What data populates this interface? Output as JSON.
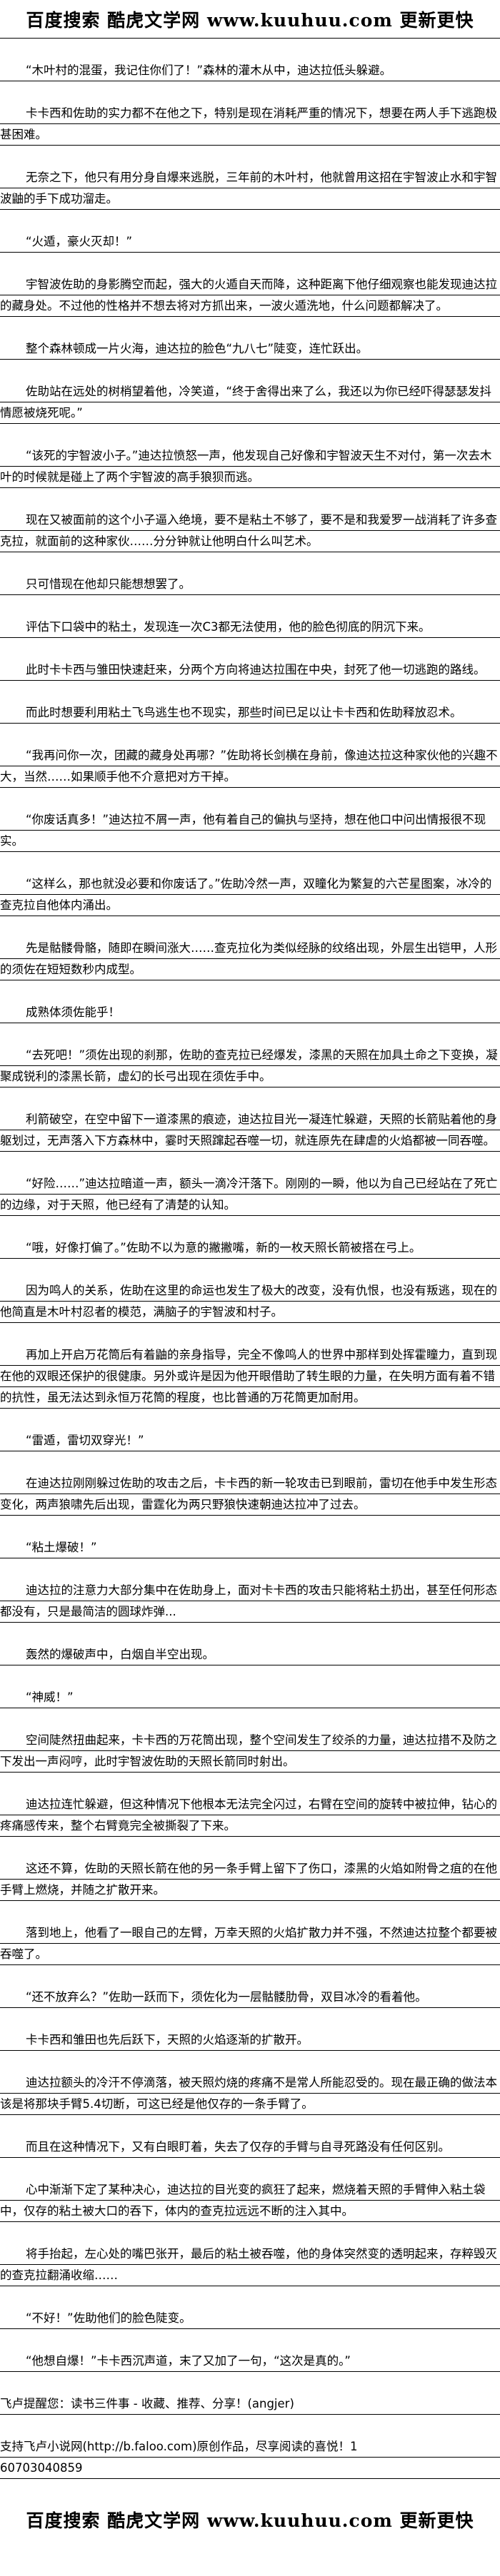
{
  "header": {
    "logo_text": "百度搜索 酷虎文学网 www.kuuhuu.com 更新更快"
  },
  "paragraphs": [
    "“木叶村的混蛋，我记住你们了！”森林的灌木从中，迪达拉低头躲避。",
    "卡卡西和佐助的实力都不在他之下，特别是现在消耗严重的情况下，想要在两人手下逃跑极甚困难。",
    "无奈之下，他只有用分身自爆来逃脱，三年前的木叶村，他就曾用这招在宇智波止水和宇智波鼬的手下成功溜走。",
    "“火遁，豪火灭却！”",
    "宇智波佐助的身影腾空而起，强大的火遁自天而降，这种距离下他仔细观察也能发现迪达拉的藏身处。不过他的性格并不想去将对方抓出来，一波火遁洗地，什么问题都解决了。",
    "整个森林顿成一片火海，迪达拉的脸色“九八七”陡变，连忙跃出。",
    "佐助站在远处的树梢望着他，冷笑道，“终于舍得出来了么，我还以为你已经吓得瑟瑟发抖情愿被烧死呢。”",
    "“该死的宇智波小子。”迪达拉愤怒一声，他发现自己好像和宇智波天生不对付，第一次去木叶的时候就是碰上了两个宇智波的高手狼狈而逃。",
    "现在又被面前的这个小子逼入绝境，要不是粘土不够了，要不是和我爱罗一战消耗了许多查克拉，就面前的这种家伙……分分钟就让他明白什么叫艺术。",
    "只可惜现在他却只能想想罢了。",
    "评估下口袋中的粘土，发现连一次C3都无法使用，他的脸色彻底的阴沉下来。",
    "此时卡卡西与雏田快速赶来，分两个方向将迪达拉围在中央，封死了他一切逃跑的路线。",
    "而此时想要利用粘土飞鸟逃生也不现实，那些时间已足以让卡卡西和佐助释放忍术。",
    "“我再问你一次，团藏的藏身处再哪？”佐助将长剑横在身前，像迪达拉这种家伙他的兴趣不大，当然……如果顺手他不介意把对方干掉。",
    "“你废话真多！”迪达拉不屑一声，他有着自己的偏执与坚持，想在他口中问出情报很不现实。",
    "“这样么，那也就没必要和你废话了。”佐助冷然一声，双瞳化为繁复的六芒星图案，冰冷的查克拉自他体内涌出。",
    "先是骷髅骨骼，随即在瞬间涨大……查克拉化为类似经脉的纹络出现，外层生出铠甲，人形的须佐在短短数秒内成型。",
    "成熟体须佐能乎！",
    "“去死吧！”须佐出现的刹那，佐助的查克拉已经爆发，漆黑的天照在加具土命之下变换，凝聚成锐利的漆黑长箭，虚幻的长弓出现在须佐手中。",
    "利箭破空，在空中留下一道漆黑的痕迹，迪达拉目光一凝连忙躲避，天照的长箭贴着他的身躯划过，无声落入下方森林中，霎时天照蹿起吞噬一切，就连原先在肆虐的火焰都被一同吞噬。",
    "“好险……”迪达拉暗道一声，额头一滴冷汗落下。刚刚的一瞬，他以为自己已经站在了死亡的边缘，对于天照，他已经有了清楚的认知。",
    "“哦，好像打偏了。”佐助不以为意的撇撇嘴，新的一枚天照长箭被搭在弓上。",
    "因为鸣人的关系，佐助在这里的命运也发生了极大的改变，没有仇恨，也没有叛逃，现在的他简直是木叶村忍者的模范，满脑子的宇智波和村子。",
    "再加上开启万花筒后有着鼬的亲身指导，完全不像鸣人的世界中那样到处挥霍瞳力，直到现在他的双眼还保护的很健康。另外或许是因为他开眼借助了转生眼的力量，在失明方面有着不错的抗性，虽无法达到永恒万花筒的程度，也比普通的万花筒更加耐用。",
    "“雷遁，雷切双穿光！”",
    "在迪达拉刚刚躲过佐助的攻击之后，卡卡西的新一轮攻击已到眼前，雷切在他手中发生形态变化，两声狼啸先后出现，雷霆化为两只野狼快速朝迪达拉冲了过去。",
    "“粘土爆破！”",
    "迪达拉的注意力大部分集中在佐助身上，面对卡卡西的攻击只能将粘土扔出，甚至任何形态都没有，只是最简洁的圆球炸弹...",
    "轰然的爆破声中，白烟自半空出现。",
    "“神威！”",
    "空间陡然扭曲起来，卡卡西的万花筒出现，整个空间发生了绞杀的力量，迪达拉措不及防之下发出一声闷哼，此时宇智波佐助的天照长箭同时射出。",
    "迪达拉连忙躲避，但这种情况下他根本无法完全闪过，右臂在空间的旋转中被拉伸，钻心的疼痛感传来，整个右臂竟完全被撕裂了下来。",
    "这还不算，佐助的天照长箭在他的另一条手臂上留下了伤口，漆黑的火焰如附骨之疽的在他手臂上燃烧，并随之扩散开来。",
    "落到地上，他看了一眼自己的左臂，万幸天照的火焰扩散力并不强，不然迪达拉整个都要被吞噬了。",
    "“还不放弃么？”佐助一跃而下，须佐化为一层骷髅肋骨，双目冰冷的看着他。",
    "卡卡西和雏田也先后跃下，天照的火焰逐渐的扩散开。",
    "迪达拉额头的冷汗不停滴落，被天照灼烧的疼痛不是常人所能忍受的。现在最正确的做法本该是将那块手臂5.4切断，可这已经是他仅存的一条手臂了。",
    "而且在这种情况下，又有白眼盯着，失去了仅存的手臂与自寻死路没有任何区别。",
    "心中渐渐下定了某种决心，迪达拉的目光变的疯狂了起来，燃烧着天照的手臂伸入粘土袋中，仅存的粘土被大口的吞下，体内的查克拉远远不断的注入其中。",
    "将手抬起，左心处的嘴巴张开，最后的粘土被吞噬，他的身体突然变的透明起来，存粹毁灭的查克拉翻涌收缩……",
    "“不好！”佐助他们的脸色陡变。",
    "“他想自爆！”卡卡西沉声道，末了又加了一句，“这次是真的。”"
  ],
  "footer": {
    "reminder": "飞卢提醒您：读书三件事 - 收藏、推荐、分享！(angjer)",
    "support": "支持飞卢小说网(http://b.faloo.com)原创作品，尽享阅读的喜悦！1",
    "id": "60703040859"
  }
}
